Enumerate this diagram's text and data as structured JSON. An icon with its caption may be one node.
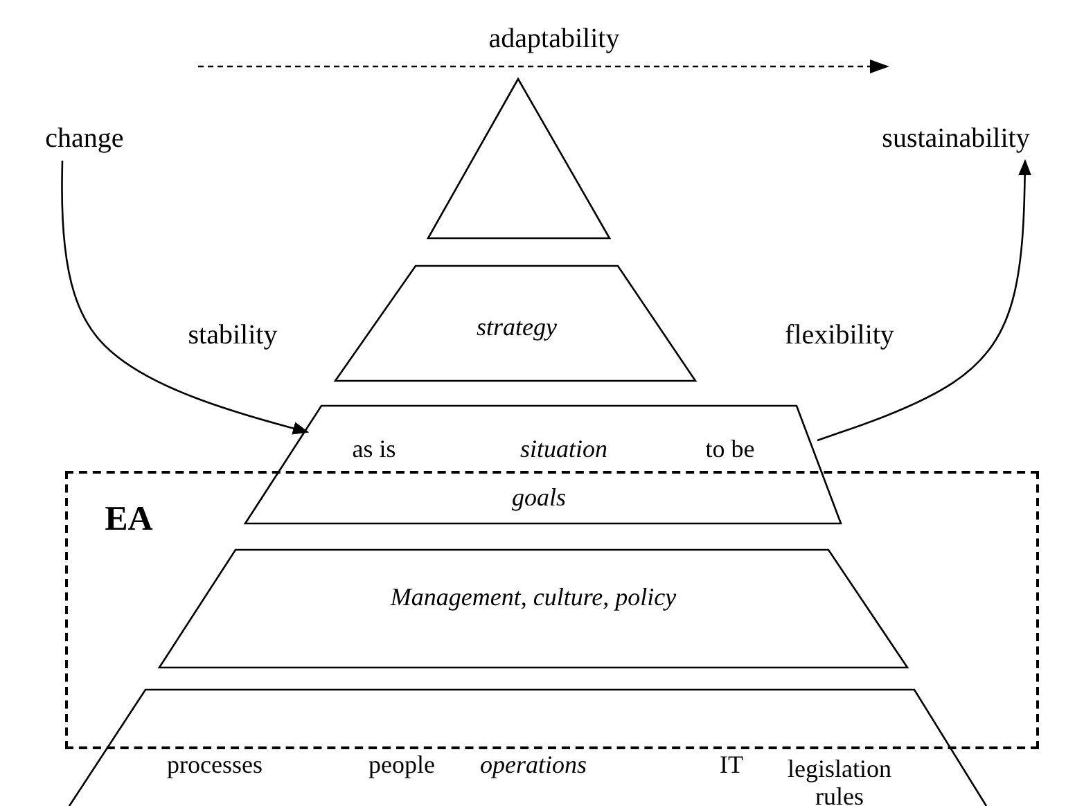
{
  "diagram": {
    "nodes": [
      {
        "text": [
          "change"
        ]
      },
      {
        "text": [
          "sustainability"
        ]
      },
      {
        "text": [],
        "shape": "triangle"
      },
      {
        "text": [
          "strategy"
        ]
      },
      {
        "text": [
          "as is",
          "situation",
          "to be",
          "goals"
        ]
      },
      {
        "text": [
          "EA"
        ]
      },
      {
        "text": [
          "Management, culture, policy"
        ],
        "in": 5
      },
      {
        "text": [
          "processes",
          "people",
          "operations",
          "IT",
          "legislation rules"
        ]
      }
    ],
    "edges": [
      {
        "from": 0,
        "to": 4,
        "arrow": "to"
      },
      {
        "from": 4,
        "to": 1,
        "arrow": "to"
      }
    ],
    "labels": [
      "adaptability",
      "stability",
      "flexibility"
    ]
  }
}
